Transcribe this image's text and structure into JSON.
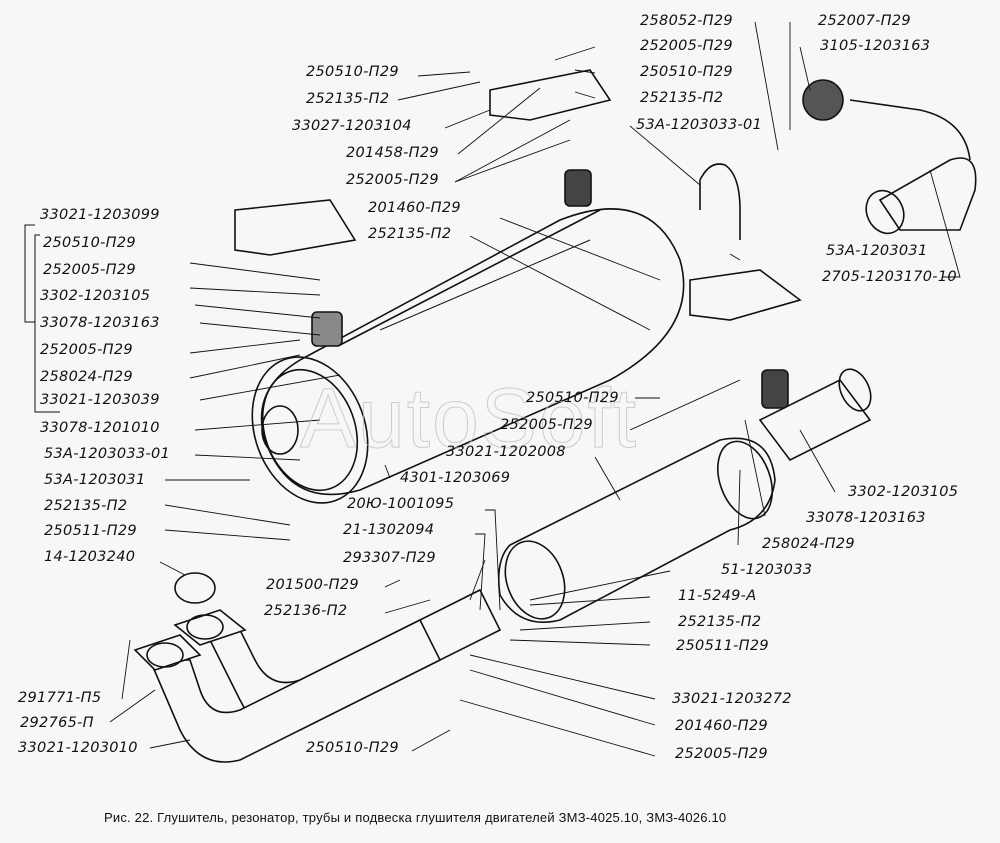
{
  "figure": {
    "caption": "Рис. 22. Глушитель, резонатор, трубы и подвеска глушителя двигателей ЗМЗ-4025.10, ЗМЗ-4026.10",
    "watermark": "AutoSoft"
  },
  "labels": {
    "l01": "250510-П29",
    "l02": "252135-П2",
    "l03": "33027-1203104",
    "l04": "201458-П29",
    "l05": "252005-П29",
    "l06": "258052-П29",
    "l07": "252005-П29",
    "l08": "250510-П29",
    "l09": "252135-П2",
    "l10": "53А-1203033-01",
    "l11": "252007-П29",
    "l12": "3105-1203163",
    "l13": "53А-1203031",
    "l14": "2705-1203170-10",
    "l15": "33021-1203099",
    "l16": "250510-П29",
    "l17": "252005-П29",
    "l18": "3302-1203105",
    "l19": "33078-1203163",
    "l20": "252005-П29",
    "l21": "258024-П29",
    "l22": "33021-1203039",
    "l23": "33078-1201010",
    "l24": "53А-1203033-01",
    "l25": "53А-1203031",
    "l26": "252135-П2",
    "l27": "250511-П29",
    "l28": "14-1203240",
    "l29": "201460-П29",
    "l30": "252135-П2",
    "l31": "250510-П29",
    "l32": "252005-П29",
    "l33": "33021-1202008",
    "l34": "4301-1203069",
    "l35": "20Ю-1001095",
    "l36": "21-1302094",
    "l37": "293307-П29",
    "l38": "201500-П29",
    "l39": "252136-П2",
    "l40": "3302-1203105",
    "l41": "33078-1203163",
    "l42": "258024-П29",
    "l43": "51-1203033",
    "l44": "11-5249-А",
    "l45": "252135-П2",
    "l46": "250511-П29",
    "l47": "291771-П5",
    "l48": "292765-П",
    "l49": "33021-1203010",
    "l50": "250510-П29",
    "l51": "33021-1203272",
    "l52": "201460-П29",
    "l53": "252005-П29"
  }
}
